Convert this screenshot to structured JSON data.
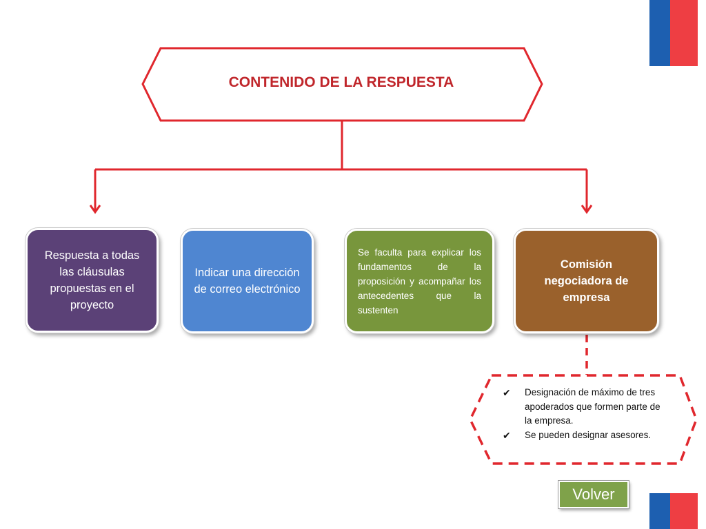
{
  "title": "CONTENIDO DE LA RESPUESTA",
  "boxes": [
    {
      "text": "Respuesta a todas las cláusulas propuestas en el proyecto",
      "color": "#5b4177"
    },
    {
      "text": "Indicar una dirección de correo electrónico",
      "color": "#4f86d1"
    },
    {
      "text": "Se faculta para explicar los fundamentos de la proposición y acompañar los antecedentes que la sustenten",
      "color": "#78963c"
    },
    {
      "text": "Comisión negociadora de empresa",
      "color": "#9a612c"
    }
  ],
  "notes": [
    "Designación de máximo de tres apoderados que formen parte de la empresa.",
    "Se pueden designar asesores."
  ],
  "button": {
    "label": "Volver"
  },
  "colors": {
    "accent_red": "#c0262b",
    "flag_blue": "#1d5fb0",
    "flag_red": "#ee3e43",
    "button_green": "#7fa24a"
  }
}
